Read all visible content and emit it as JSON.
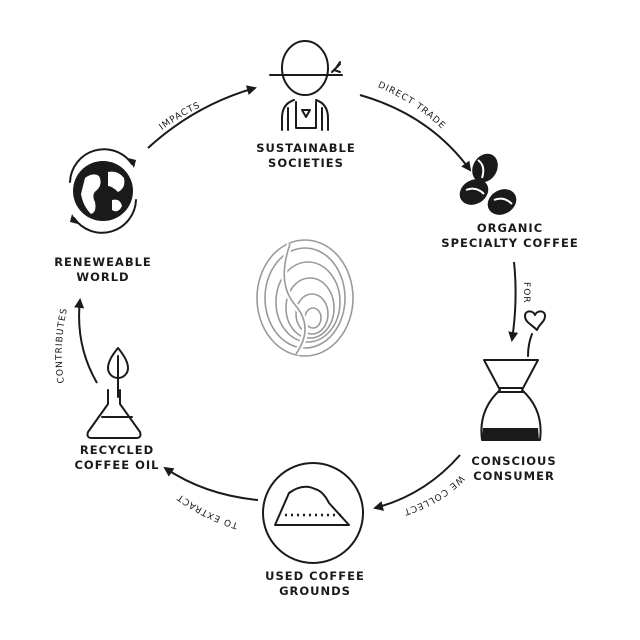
{
  "nodes": {
    "sustainable_societies": [
      "SUSTAINABLE",
      "SOCIETIES"
    ],
    "organic_coffee": [
      "ORGANIC",
      "SPECIALTY COFFEE"
    ],
    "conscious_consumer": [
      "CONSCIOUS",
      "CONSUMER"
    ],
    "used_grounds": [
      "USED COFFEE",
      "GROUNDS"
    ],
    "recycled_oil": [
      "RECYCLED",
      "COFFEE OIL"
    ],
    "renewable_world": [
      "RENEWEABLE",
      "WORLD"
    ]
  },
  "edges": {
    "impacts": "IMPACTS",
    "direct_trade": "DIRECT TRADE",
    "for": "FOR",
    "we_collect": "WE COLLECT",
    "to_extract": "TO EXTRACT",
    "contributes": "CONTRIBUTES"
  },
  "colors": {
    "ink": "#1a1a1a",
    "fingerprint": "#9a9a9a"
  }
}
